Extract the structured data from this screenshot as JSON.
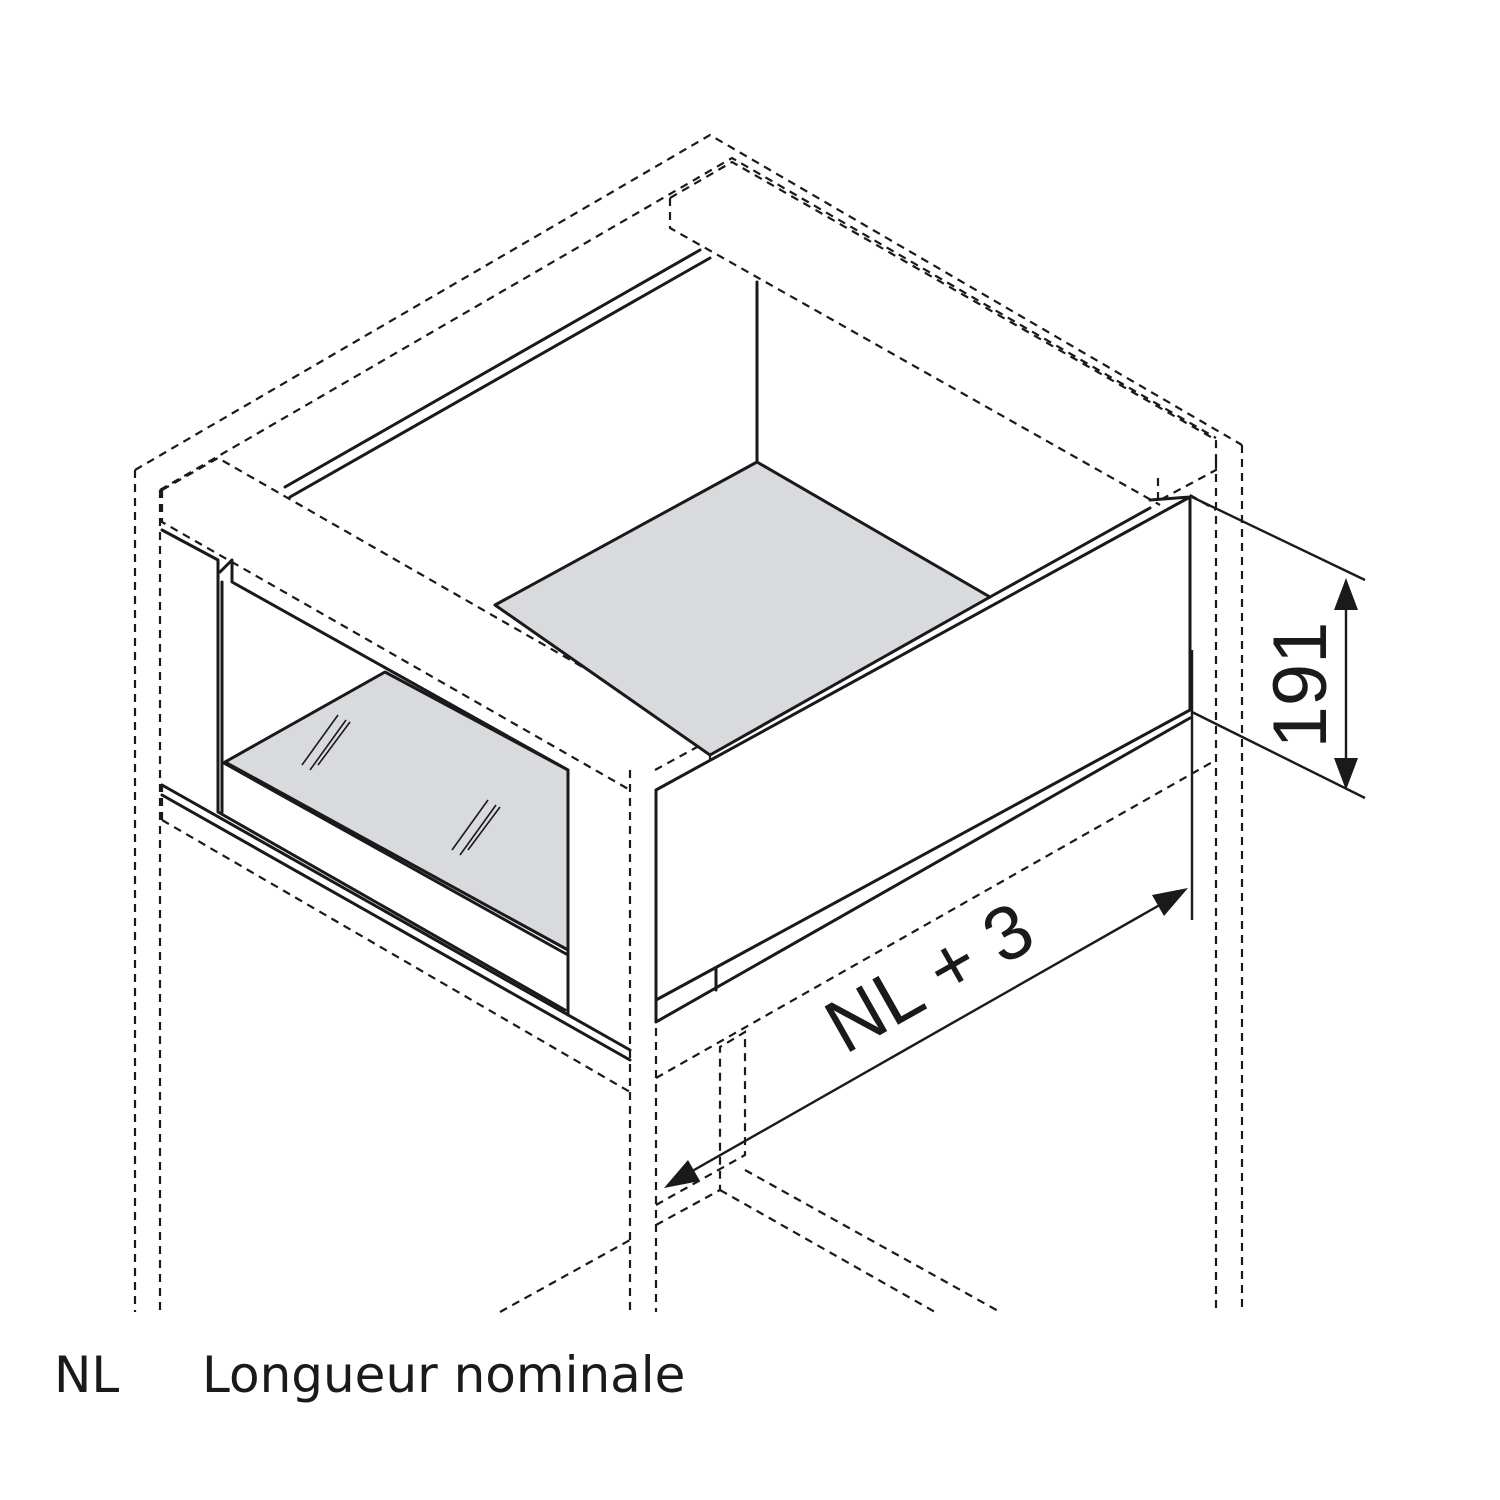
{
  "dimensions": {
    "height_value": "191",
    "length_label": "NL + 3"
  },
  "legend": {
    "abbreviation": "NL",
    "description": "Longueur nominale"
  },
  "colors": {
    "line": "#1a1a1a",
    "drawer_floor": "#d9dadd",
    "background": "#ffffff"
  }
}
